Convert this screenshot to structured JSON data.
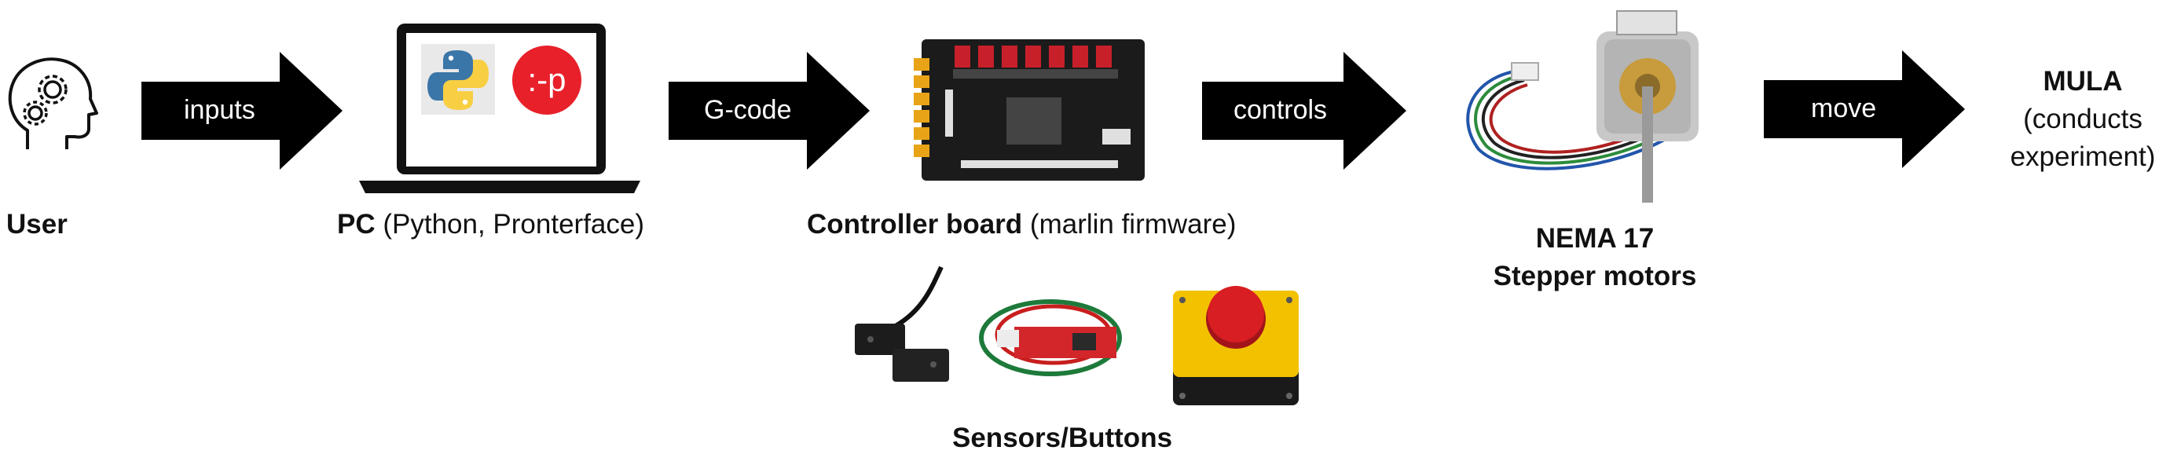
{
  "user": {
    "label": "User",
    "icon": "head-gears-icon"
  },
  "pc": {
    "label_bold": "PC",
    "label_rest": " (Python, Pronterface)",
    "screen_logo_1": "python-logo",
    "screen_logo_2_text": ":-p"
  },
  "controller": {
    "label_bold": "Controller board",
    "label_rest": " (marlin firmware)"
  },
  "sensors": {
    "label": "Sensors/Buttons"
  },
  "motors": {
    "label_line1": "NEMA 17",
    "label_line2": "Stepper motors"
  },
  "mula": {
    "title": "MULA",
    "line1": "(conducts",
    "line2": "experiment)"
  },
  "arrows": {
    "a1": "inputs",
    "a2": "G-code",
    "a3": "controls",
    "a4": "move"
  },
  "colors": {
    "arrow": "#000000",
    "pronterface_red": "#e8202a",
    "python_blue": "#3b76a8",
    "python_yellow": "#f8cf43",
    "board_black": "#1b1b1b",
    "estop_yellow": "#f2c100",
    "estop_red": "#d81e22"
  }
}
